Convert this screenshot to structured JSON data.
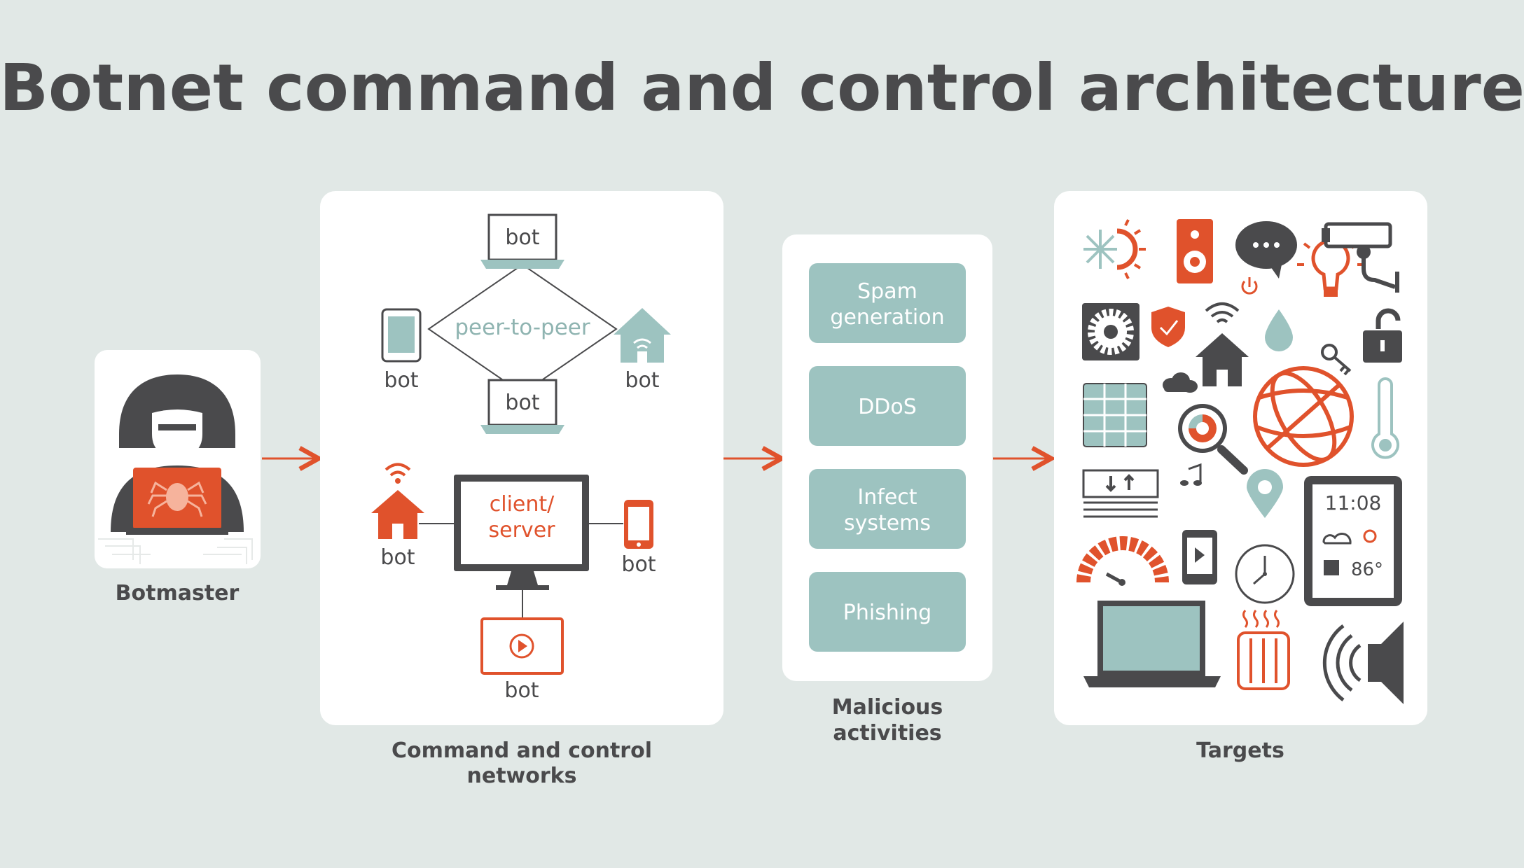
{
  "title": "Botnet command and control architecture",
  "colors": {
    "background": "#e1e8e6",
    "panel": "#ffffff",
    "dark": "#4a4a4c",
    "accent": "#e0522c",
    "teal": "#9dc3c0",
    "teal_text": "#8fb4b1"
  },
  "sections": {
    "botmaster_label": "Botmaster",
    "cc_label_line1": "Command and control",
    "cc_label_line2": "networks",
    "malicious_label_line1": "Malicious",
    "malicious_label_line2": "activities",
    "targets_label": "Targets"
  },
  "cc": {
    "peer_label": "peer-to-peer",
    "bot_label": "bot",
    "client_line1": "client/",
    "client_line2": "server"
  },
  "activities": [
    {
      "line1": "Spam",
      "line2": "generation"
    },
    {
      "line1": "DDoS",
      "line2": ""
    },
    {
      "line1": "Infect",
      "line2": "systems"
    },
    {
      "line1": "Phishing",
      "line2": ""
    }
  ],
  "targets": {
    "clock_display": "11:08",
    "temp_display": "86°"
  },
  "icons": [
    "hacker-icon",
    "laptop-icon",
    "tablet-icon",
    "smart-home-icon",
    "router-icon",
    "monitor-icon",
    "smartphone-icon",
    "video-player-icon",
    "solar-icon",
    "speaker-icon",
    "chat-bubble-icon",
    "power-icon",
    "lightbulb-icon",
    "security-camera-icon",
    "fan-icon",
    "shield-icon",
    "wifi-icon",
    "house-icon",
    "water-drop-icon",
    "padlock-icon",
    "key-icon",
    "cloud-icon",
    "solar-panel-icon",
    "magnifier-chart-icon",
    "globe-icon",
    "thermometer-icon",
    "printer-icon",
    "music-icon",
    "location-pin-icon",
    "smart-display-icon",
    "gauge-icon",
    "media-player-icon",
    "wall-clock-icon",
    "laptop-target-icon",
    "radiator-icon",
    "loudspeaker-icon"
  ]
}
